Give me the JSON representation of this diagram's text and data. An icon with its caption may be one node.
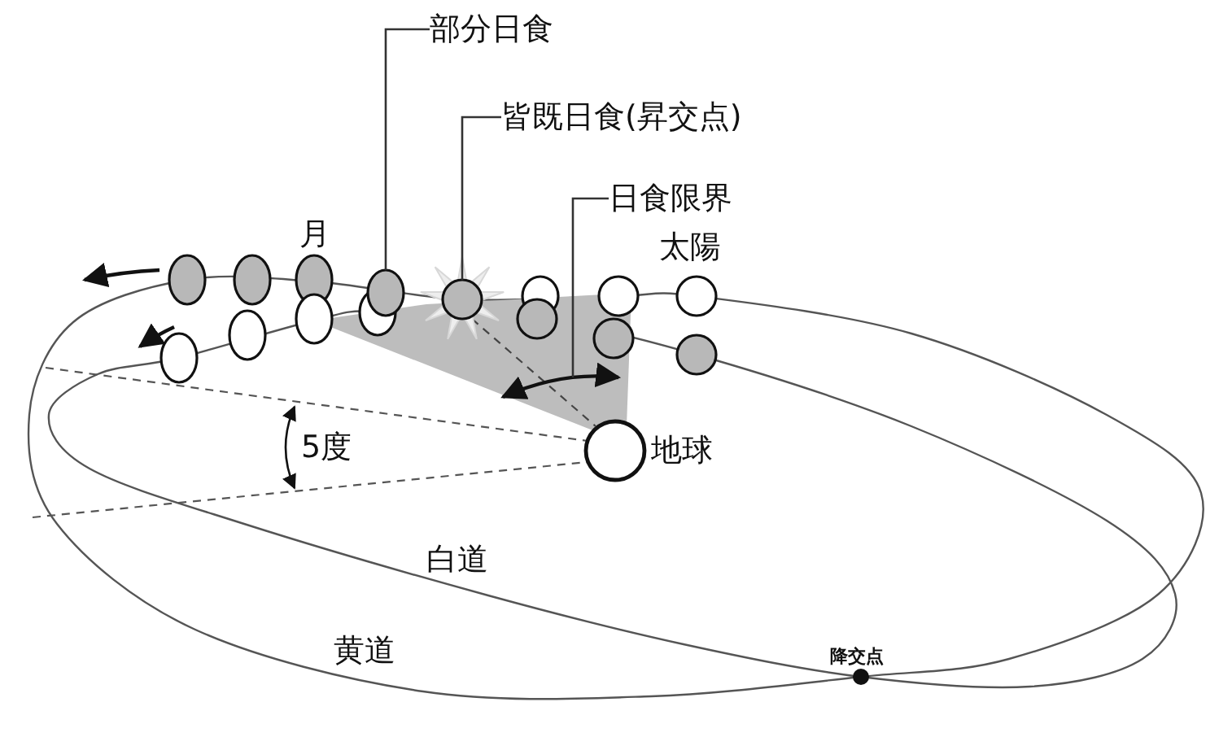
{
  "diagram": {
    "nodes": [
      {
        "text": [
          "部分日食"
        ]
      },
      {
        "text": [],
        "shape": "circle"
      },
      {
        "text": [
          "皆既日食(昇交点)"
        ]
      },
      {
        "text": [],
        "shape": "circle"
      },
      {
        "text": [
          "日食限界"
        ]
      }
    ],
    "edges": [
      {
        "from": 0,
        "to": 1,
        "arrow": "none"
      },
      {
        "from": 2,
        "to": 3,
        "arrow": "none"
      },
      {
        "from": 4,
        "to": null,
        "arrow": "none"
      }
    ],
    "labels": [
      "月",
      "太陽",
      "5度",
      "地球",
      "白道",
      "黄道",
      "降交点"
    ]
  }
}
